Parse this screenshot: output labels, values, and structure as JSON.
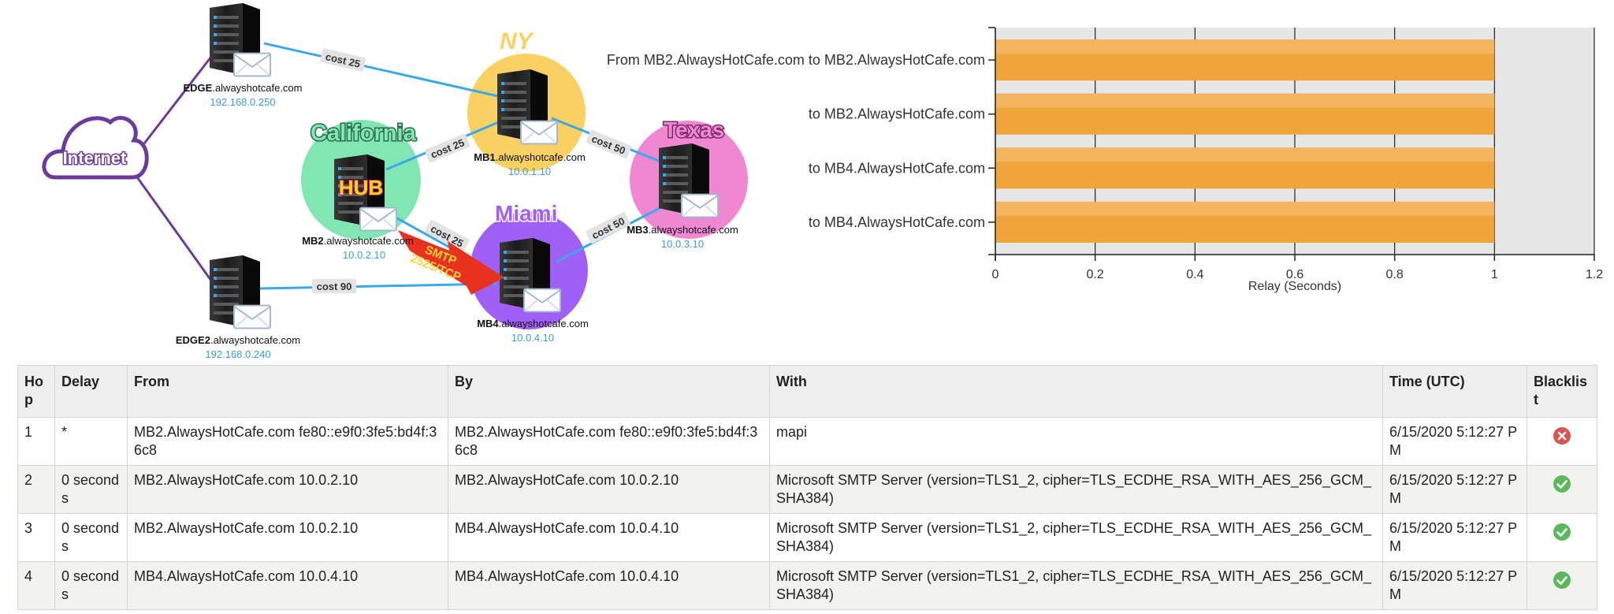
{
  "diagram": {
    "internet_label": "Internet",
    "regions": {
      "ny": {
        "label": "NY",
        "color": "#f9d062"
      },
      "california": {
        "label": "California",
        "color": "#7fe6b4"
      },
      "texas": {
        "label": "Texas",
        "color": "#f087d3"
      },
      "miami": {
        "label": "Miami",
        "color": "#a060f5"
      },
      "hub": {
        "label": "HUB"
      }
    },
    "servers": {
      "edge": {
        "bold": "EDGE",
        "domain": ".alwayshotcafe.com",
        "ip": "192.168.0.250"
      },
      "edge2": {
        "bold": "EDGE2",
        "domain": ".alwayshotcafe.com",
        "ip": "192.168.0.240"
      },
      "mb1": {
        "bold": "MB1",
        "domain": ".alwayshotcafe.com",
        "ip": "10.0.1.10"
      },
      "mb2": {
        "bold": "MB2",
        "domain": ".alwayshotcafe.com",
        "ip": "10.0.2.10"
      },
      "mb3": {
        "bold": "MB3",
        "domain": ".alwayshotcafe.com",
        "ip": "10.0.3.10"
      },
      "mb4": {
        "bold": "MB4",
        "domain": ".alwayshotcafe.com",
        "ip": "10.0.4.10"
      }
    },
    "costs": {
      "edge_mb1": "cost 25",
      "mb2_mb1": "cost 25",
      "mb1_mb3": "cost 50",
      "mb2_mb4": "cost 25",
      "mb3_mb4": "cost 50",
      "edge2_mb4": "cost 90"
    },
    "smtp_line1": "SMTP",
    "smtp_line2": "2525/TCP",
    "link_color": "#3aa9ea",
    "internet_color": "#6b3a9c",
    "ip_color": "#3a9be0"
  },
  "chart_data": {
    "type": "bar",
    "orientation": "horizontal",
    "categories": [
      "From MB2.AlwaysHotCafe.com to MB2.AlwaysHotCafe.com",
      "to MB2.AlwaysHotCafe.com",
      "to MB4.AlwaysHotCafe.com",
      "to MB4.AlwaysHotCafe.com"
    ],
    "values": [
      1,
      1,
      1,
      1
    ],
    "xlabel": "Relay (Seconds)",
    "xlim": [
      0,
      1.2
    ],
    "xticks": [
      0,
      0.2,
      0.4,
      0.6,
      0.8,
      1,
      1.2
    ],
    "xtick_labels": [
      "0",
      "0.2",
      "0.4",
      "0.6",
      "0.8",
      "1",
      "1.2"
    ],
    "grid": true,
    "bar_color": "#f0a43a",
    "plot_background": "#e6e6e6"
  },
  "table": {
    "headers": {
      "hop": "Hop",
      "delay": "Delay",
      "from": "From",
      "by": "By",
      "with": "With",
      "time": "Time (UTC)",
      "blacklist": "Blacklist"
    },
    "rows": [
      {
        "hop": "1",
        "delay": "*",
        "from": "MB2.AlwaysHotCafe.com fe80::e9f0:3fe5:bd4f:36c8",
        "by": "MB2.AlwaysHotCafe.com fe80::e9f0:3fe5:bd4f:36c8",
        "with": "mapi",
        "time": "6/15/2020 5:12:27 PM",
        "status": "error",
        "status_icon": "x-circle-icon",
        "status_color": "#d9534f"
      },
      {
        "hop": "2",
        "delay": "0 seconds",
        "from": "MB2.AlwaysHotCafe.com 10.0.2.10",
        "by": "MB2.AlwaysHotCafe.com 10.0.2.10",
        "with": "Microsoft SMTP Server (version=TLS1_2, cipher=TLS_ECDHE_RSA_WITH_AES_256_GCM_SHA384)",
        "time": "6/15/2020 5:12:27 PM",
        "status": "ok",
        "status_icon": "check-circle-icon",
        "status_color": "#5cb85c"
      },
      {
        "hop": "3",
        "delay": "0 seconds",
        "from": "MB2.AlwaysHotCafe.com 10.0.2.10",
        "by": "MB4.AlwaysHotCafe.com 10.0.4.10",
        "with": "Microsoft SMTP Server (version=TLS1_2, cipher=TLS_ECDHE_RSA_WITH_AES_256_GCM_SHA384)",
        "time": "6/15/2020 5:12:27 PM",
        "status": "ok",
        "status_icon": "check-circle-icon",
        "status_color": "#5cb85c"
      },
      {
        "hop": "4",
        "delay": "0 seconds",
        "from": "MB4.AlwaysHotCafe.com 10.0.4.10",
        "by": "MB4.AlwaysHotCafe.com 10.0.4.10",
        "with": "Microsoft SMTP Server (version=TLS1_2, cipher=TLS_ECDHE_RSA_WITH_AES_256_GCM_SHA384)",
        "time": "6/15/2020 5:12:27 PM",
        "status": "ok",
        "status_icon": "check-circle-icon",
        "status_color": "#5cb85c"
      }
    ]
  }
}
